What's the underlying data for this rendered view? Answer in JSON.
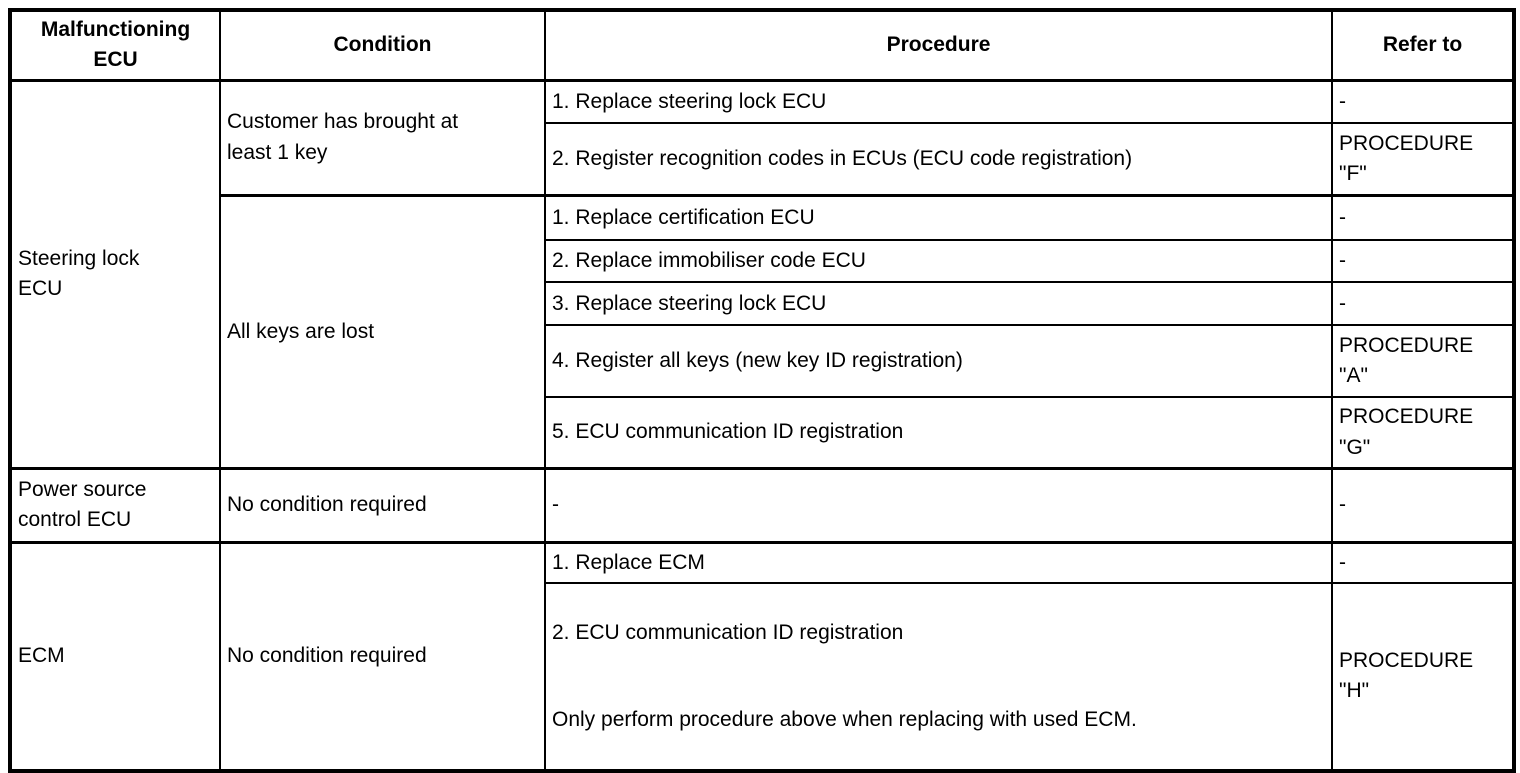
{
  "table": {
    "headers": [
      "Malfunctioning\nECU",
      "Condition",
      "Procedure",
      "Refer to"
    ],
    "groups": [
      {
        "ecu": "Steering lock\nECU",
        "conditions": [
          {
            "label": "Customer has brought at\nleast 1 key",
            "procedures": [
              {
                "text": "1. Replace steering lock ECU",
                "refer": "-"
              },
              {
                "text": "2. Register recognition codes in ECUs (ECU code registration)",
                "refer": "PROCEDURE\n\"F\""
              }
            ]
          },
          {
            "label": "All keys are lost",
            "procedures": [
              {
                "text": "1. Replace certification ECU",
                "refer": "-"
              },
              {
                "text": "2. Replace immobiliser code ECU",
                "refer": "-"
              },
              {
                "text": "3. Replace steering lock ECU",
                "refer": "-"
              },
              {
                "text": "4. Register all keys (new key ID registration)",
                "refer": "PROCEDURE\n\"A\""
              },
              {
                "text": "5. ECU communication ID registration",
                "refer": "PROCEDURE\n\"G\""
              }
            ]
          }
        ]
      },
      {
        "ecu": "Power source\ncontrol ECU",
        "conditions": [
          {
            "label": "No condition required",
            "procedures": [
              {
                "text": "-",
                "refer": "-"
              }
            ]
          }
        ]
      },
      {
        "ecu": "ECM",
        "conditions": [
          {
            "label": "No condition required",
            "procedures": [
              {
                "text": "1. Replace ECM",
                "refer": "-"
              },
              {
                "text": "2. ECU communication ID registration",
                "note": "Only perform procedure above when replacing with used ECM.",
                "refer": "PROCEDURE\n\"H\""
              }
            ]
          }
        ]
      }
    ]
  }
}
